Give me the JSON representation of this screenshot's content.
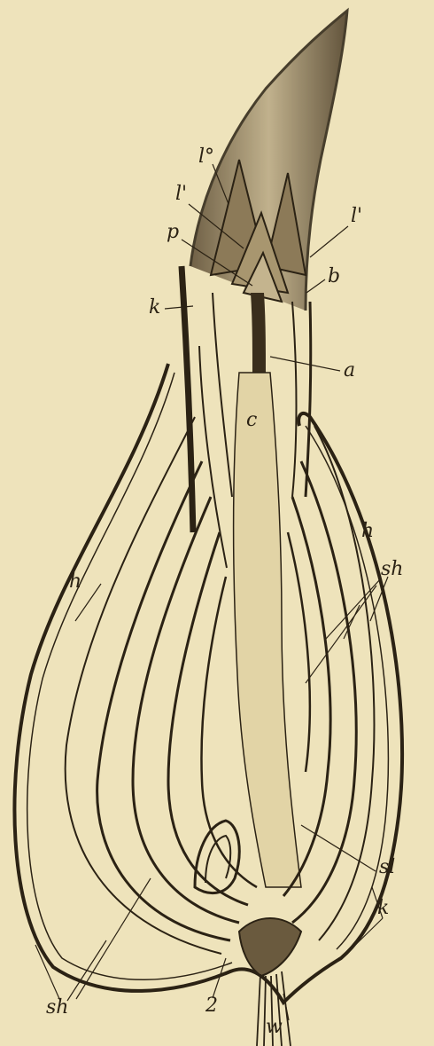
{
  "figure": {
    "labels": {
      "l_top": "l°",
      "l_left": "l'",
      "l_right": "l'",
      "p": "p",
      "b": "b",
      "k_top": "k",
      "a": "a",
      "c": "c",
      "h_right": "h",
      "h_left": "h",
      "sh_right": "sh",
      "sl": "sl",
      "k_bottom": "k",
      "sh_left": "sh",
      "two": "2",
      "w": "w"
    },
    "colors": {
      "background": "#eee3bb",
      "ink": "#2b2214"
    }
  }
}
